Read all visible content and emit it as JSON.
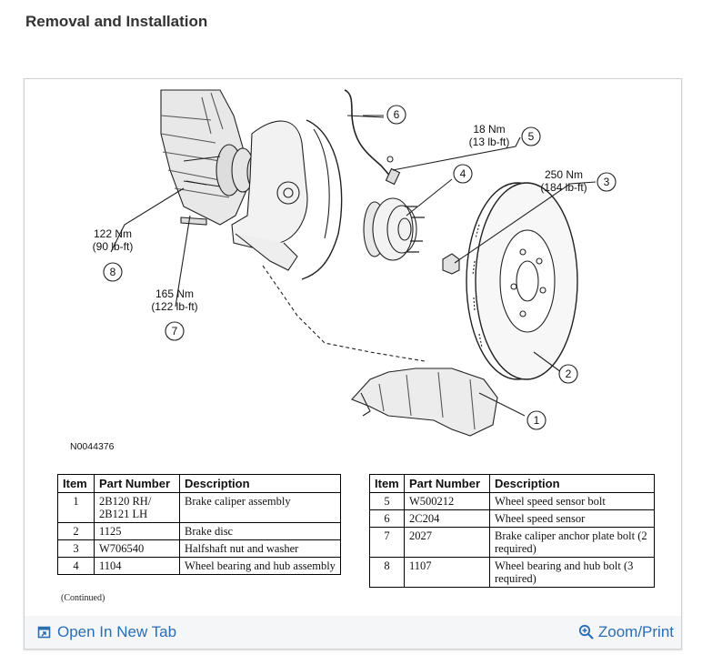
{
  "page": {
    "title": "Removal and Installation"
  },
  "figure": {
    "code": "N0044376",
    "callouts": [
      {
        "num": "1"
      },
      {
        "num": "2"
      },
      {
        "num": "3",
        "torque_nm": "250 Nm",
        "torque_lbft": "(184 lb-ft)"
      },
      {
        "num": "4"
      },
      {
        "num": "5",
        "torque_nm": "18 Nm",
        "torque_lbft": "(13 lb-ft)"
      },
      {
        "num": "6"
      },
      {
        "num": "7",
        "torque_nm": "165 Nm",
        "torque_lbft": "(122 lb-ft)"
      },
      {
        "num": "8",
        "torque_nm": "122 Nm",
        "torque_lbft": "(90 lb-ft)"
      }
    ]
  },
  "tables": {
    "headers": [
      "Item",
      "Part Number",
      "Description"
    ],
    "left": [
      {
        "item": "1",
        "part": "2B120 RH/ 2B121 LH",
        "desc": "Brake caliper assembly"
      },
      {
        "item": "2",
        "part": "1125",
        "desc": "Brake disc"
      },
      {
        "item": "3",
        "part": "W706540",
        "desc": "Halfshaft nut and washer"
      },
      {
        "item": "4",
        "part": "1104",
        "desc": "Wheel bearing and hub assembly"
      }
    ],
    "right": [
      {
        "item": "5",
        "part": "W500212",
        "desc": "Wheel speed sensor bolt"
      },
      {
        "item": "6",
        "part": "2C204",
        "desc": "Wheel speed sensor"
      },
      {
        "item": "7",
        "part": "2027",
        "desc": "Brake caliper anchor plate bolt (2 required)"
      },
      {
        "item": "8",
        "part": "1107",
        "desc": "Wheel bearing and hub bolt (3 required)"
      }
    ],
    "continued": "(Continued)"
  },
  "footer": {
    "open_tab": "Open In New Tab",
    "zoom": "Zoom/Print",
    "open_tab_icon": "open-external-icon",
    "zoom_icon": "magnifier-plus-icon",
    "link_color": "#2a6db5"
  }
}
